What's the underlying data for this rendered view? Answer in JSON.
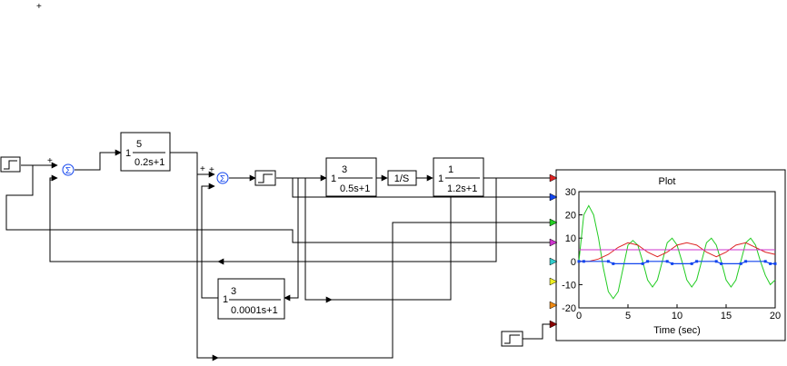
{
  "sign_marks": {
    "plus": "+",
    "minus": "-"
  },
  "blocks": {
    "tf1": {
      "gain": "1",
      "num": "5",
      "den": "0.2s+1"
    },
    "tf2": {
      "gain": "1",
      "num": "3",
      "den": "0.5s+1"
    },
    "tf3": {
      "gain": "1",
      "num": "1",
      "den": "1.2s+1"
    },
    "tf4": {
      "gain": "1",
      "num": "3",
      "den": "0.0001s+1"
    },
    "integrator": {
      "label": "1/S"
    }
  },
  "plot": {
    "title": "Plot",
    "xlabel": "Time (sec)",
    "colors": {
      "green": "#22cc22",
      "red": "#dd2222",
      "magenta": "#cc33cc",
      "blue": "#1144ee"
    },
    "input_port_colors": [
      "#dd2222",
      "#1144ee",
      "#22cc22",
      "#cc33cc",
      "#33cccc",
      "#eeee22",
      "#ee8811",
      "#880000"
    ]
  },
  "chart_data": {
    "type": "line",
    "xlabel": "Time (sec)",
    "xlim": [
      0,
      20
    ],
    "ylim": [
      -20,
      30
    ],
    "xticks": [
      0,
      5,
      10,
      15,
      20
    ],
    "yticks": [
      30,
      20,
      10,
      0,
      -10,
      -20
    ],
    "series": [
      {
        "color": "#22cc22",
        "x": [
          0,
          0.5,
          1,
          1.5,
          2,
          2.5,
          3,
          3.5,
          4,
          4.5,
          5,
          5.5,
          6,
          6.5,
          7,
          7.5,
          8,
          8.5,
          9,
          9.5,
          10,
          10.5,
          11,
          11.5,
          12,
          12.5,
          13,
          13.5,
          14,
          14.5,
          15,
          15.5,
          16,
          16.5,
          17,
          17.5,
          18,
          18.5,
          19,
          19.5,
          20
        ],
        "y": [
          0,
          20,
          24,
          20,
          10,
          -3,
          -13,
          -16,
          -13,
          -3,
          7,
          9,
          7,
          0,
          -8,
          -11,
          -8,
          0,
          8,
          10,
          7,
          0,
          -8,
          -11,
          -8,
          0,
          8,
          10,
          7,
          0,
          -8,
          -11,
          -8,
          0,
          8,
          10,
          7,
          0,
          -6,
          -10,
          -8
        ]
      },
      {
        "color": "#dd2222",
        "x": [
          0,
          1,
          2,
          3,
          4,
          5,
          6,
          7,
          8,
          9,
          10,
          11,
          12,
          13,
          14,
          15,
          16,
          17,
          18,
          19,
          20
        ],
        "y": [
          0,
          0,
          1,
          3,
          6,
          8,
          7,
          4,
          2,
          4,
          7,
          8,
          7,
          4,
          2,
          4,
          7,
          8,
          6,
          4,
          3
        ]
      },
      {
        "color": "#cc33cc",
        "x": [
          0,
          20
        ],
        "y": [
          5,
          5
        ]
      },
      {
        "color": "#1144ee",
        "x": [
          0,
          0.5,
          3,
          3.5,
          6.5,
          7,
          9,
          9.5,
          11.5,
          12,
          14,
          14.5,
          16.5,
          17,
          19,
          19.5,
          20
        ],
        "y": [
          0,
          0,
          0,
          -1,
          -1,
          0,
          0,
          -1,
          -1,
          0,
          0,
          -1,
          -1,
          0,
          0,
          -1,
          -1
        ]
      }
    ]
  }
}
